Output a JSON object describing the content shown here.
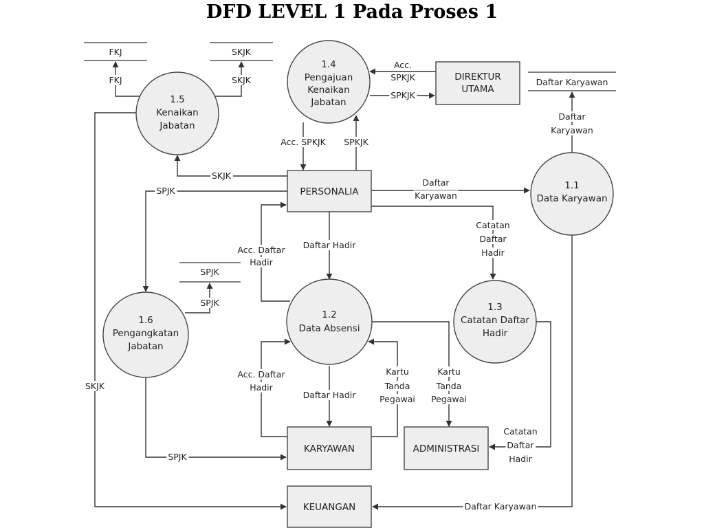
{
  "title": "DFD LEVEL 1 Pada Proses 1",
  "processes": {
    "p11": {
      "number": "1.1",
      "name": "Data Karyawan"
    },
    "p12": {
      "number": "1.2",
      "name": "Data Absensi"
    },
    "p13": {
      "number": "1.3",
      "name_line1": "Catatan Daftar",
      "name_line2": "Hadir"
    },
    "p14": {
      "number": "1.4",
      "name_line1": "Pengajuan",
      "name_line2": "Kenaikan",
      "name_line3": "Jabatan"
    },
    "p15": {
      "number": "1.5",
      "name_line1": "Kenaikan",
      "name_line2": "Jabatan"
    },
    "p16": {
      "number": "1.6",
      "name_line1": "Pengangkatan",
      "name_line2": "Jabatan"
    }
  },
  "entities": {
    "personalia": "PERSONALIA",
    "direktur_line1": "DIREKTUR",
    "direktur_line2": "UTAMA",
    "karyawan": "KARYAWAN",
    "administrasi": "ADMINISTRASI",
    "keuangan": "KEUANGAN"
  },
  "stores": {
    "fkj": "FKJ",
    "skjk": "SKJK",
    "daftar_karyawan": "Daftar Karyawan",
    "spjk": "SPJK"
  },
  "flows": {
    "fkj": "FKJ",
    "skjk_to_store": "SKJK",
    "acc_spkjk_dir_1": "Acc.",
    "acc_spkjk_dir_2": "SPKJK",
    "spkjk_to_dir": "SPKJK",
    "daftar_karyawan_store_1": "Daftar",
    "daftar_karyawan_store_2": "Karyawan",
    "acc_spkjk_personalia": "Acc. SPKJK",
    "spkjk_personalia": "SPKJK",
    "skjk_personalia": "SKJK",
    "spjk_personalia": "SPJK",
    "daftar_karyawan_p11_1": "Daftar",
    "daftar_karyawan_p11_2": "Karyawan",
    "catatan_1": "Catatan",
    "catatan_2": "Daftar",
    "catatan_3": "Hadir",
    "acc_daftar_hadir_up_1": "Acc. Daftar",
    "acc_daftar_hadir_up_2": "Hadir",
    "daftar_hadir_down": "Daftar Hadir",
    "spjk_store_flow": "SPJK",
    "skjk_keuangan": "SKJK",
    "acc_daftar_hadir_low_1": "Acc. Daftar",
    "acc_daftar_hadir_low_2": "Hadir",
    "daftar_hadir_karyawan": "Daftar Hadir",
    "ktp_karyawan_1": "Kartu",
    "ktp_karyawan_2": "Tanda",
    "ktp_karyawan_3": "Pegawai",
    "ktp_admin_1": "Kartu",
    "ktp_admin_2": "Tanda",
    "ktp_admin_3": "Pegawai",
    "catatan_admin_1": "Catatan",
    "catatan_admin_2": "Daftar",
    "catatan_admin_3": "Hadir",
    "spjk_karyawan": "SPJK",
    "daftar_karyawan_keuangan": "Daftar Karyawan"
  }
}
